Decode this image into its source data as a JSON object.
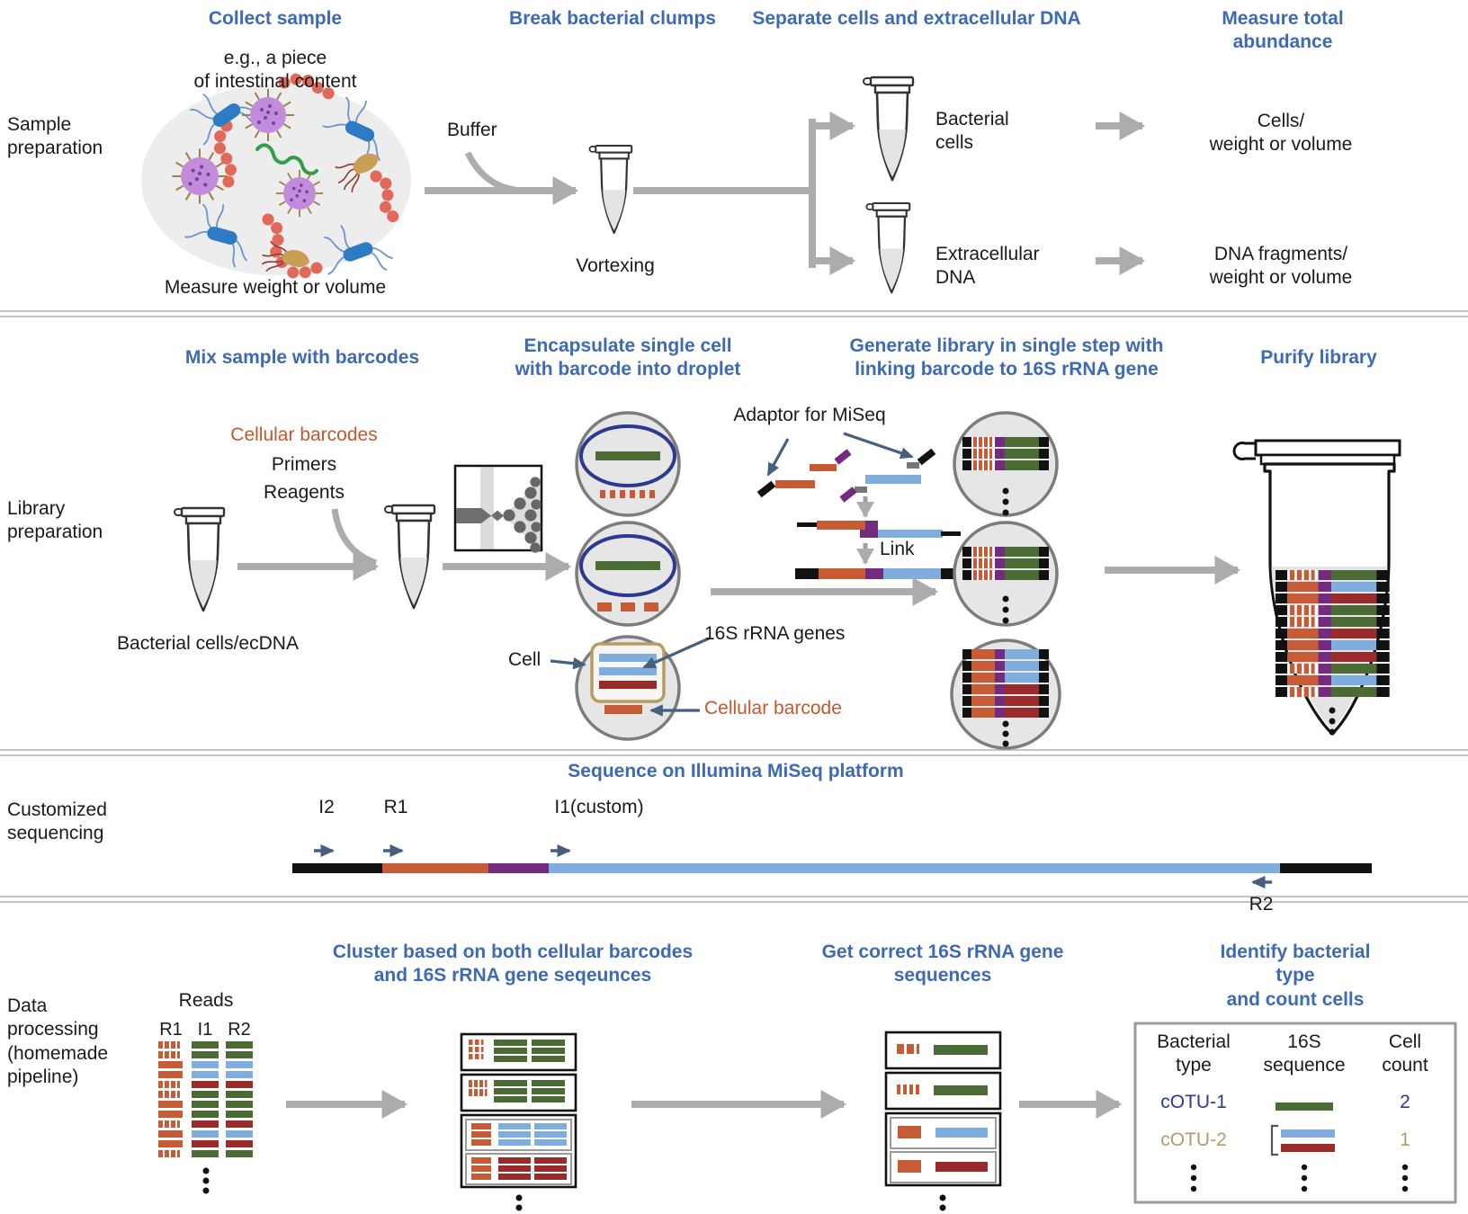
{
  "colors": {
    "header_blue": "#3D6AB3",
    "orange": "#C2582E",
    "navy": "#2B3990",
    "tan": "#B3996B",
    "green_bar": "#4A6B33",
    "blue_bar": "#7FAEDE",
    "dark_red_bar": "#992B2B",
    "purple_bar": "#722B7E",
    "arrow_gray": "#ACACAC",
    "annotation_slate": "#44607E"
  },
  "sample_prep": {
    "row_label": "Sample\npreparation",
    "step1": "Collect sample",
    "step2": "Break bacterial clumps",
    "step3": "Separate cells and extracellular DNA",
    "step4": "Measure total abundance",
    "sample_note": "e.g., a piece\nof intestinal content",
    "measure_note": "Measure weight or volume",
    "buffer": "Buffer",
    "vortexing": "Vortexing",
    "bacterial_cells": "Bacterial\ncells",
    "extracellular_dna": "Extracellular\nDNA",
    "cells_out": "Cells/\nweight or volume",
    "dna_out": "DNA fragments/\nweight or volume"
  },
  "library_prep": {
    "row_label": "Library\npreparation",
    "step1": "Mix sample with barcodes",
    "step2": "Encapsulate single cell\nwith barcode into droplet",
    "step3": "Generate library in single step with\nlinking barcode to 16S rRNA gene",
    "step4": "Purify library",
    "cellular_barcodes": "Cellular barcodes",
    "primers": "Primers",
    "reagents": "Reagents",
    "tube_label": "Bacterial cells/ecDNA",
    "adaptor": "Adaptor for MiSeq",
    "link": "Link",
    "cell": "Cell",
    "genes": "16S rRNA genes",
    "cellular_barcode": "Cellular barcode"
  },
  "sequencing": {
    "row_label": "Customized\nsequencing",
    "step1": "Sequence on Illumina MiSeq platform",
    "i2": "I2",
    "r1": "R1",
    "i1": "I1(custom)",
    "r2": "R2"
  },
  "data_processing": {
    "row_label": "Data\nprocessing\n(homemade\npipeline)",
    "step1": "Cluster based on both cellular barcodes\nand 16S rRNA gene seqeunces",
    "step2": "Get correct 16S rRNA gene\nsequences",
    "step3": "Identify bacterial type\nand count cells",
    "reads": "Reads",
    "r1": "R1",
    "i1": "I1",
    "r2": "R2",
    "table": {
      "col1": "Bacterial\ntype",
      "col2": "16S\nsequence",
      "col3": "Cell\ncount",
      "rows": [
        {
          "type": "cOTU-1",
          "count": "2"
        },
        {
          "type": "cOTU-2",
          "count": "1"
        }
      ]
    }
  }
}
